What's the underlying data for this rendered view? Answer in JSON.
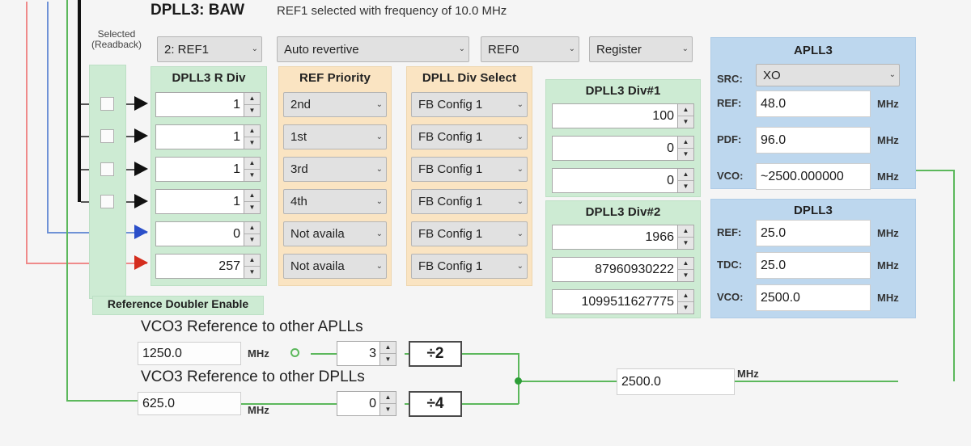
{
  "header": {
    "title": "DPLL3: BAW",
    "status": "REF1 selected with frequency of 10.0 MHz",
    "selected_readback_line1": "Selected",
    "selected_readback_line2": "(Readback)"
  },
  "toolbar": {
    "selected_ref": "2: REF1",
    "revertive_mode": "Auto revertive",
    "ref_source": "REF0",
    "mode": "Register"
  },
  "rdiv": {
    "title": "DPLL3 R Div",
    "values": [
      "1",
      "1",
      "1",
      "1",
      "0",
      "257"
    ],
    "doubler_label": "Reference Doubler Enable"
  },
  "ref_priority": {
    "title": "REF Priority",
    "values": [
      "2nd",
      "1st",
      "3rd",
      "4th",
      "Not availa",
      "Not availa"
    ]
  },
  "dpll_div_select": {
    "title": "DPLL Div Select",
    "values": [
      "FB Config 1",
      "FB Config 1",
      "FB Config 1",
      "FB Config 1",
      "FB Config 1",
      "FB Config 1"
    ]
  },
  "div1": {
    "title": "DPLL3 Div#1",
    "values": [
      "100",
      "0",
      "0"
    ]
  },
  "div2": {
    "title": "DPLL3 Div#2",
    "values": [
      "1966",
      "87960930222",
      "1099511627775"
    ]
  },
  "apll3": {
    "title": "APLL3",
    "src_label": "SRC:",
    "src_value": "XO",
    "rows": [
      {
        "label": "REF:",
        "value": "48.0",
        "unit": "MHz"
      },
      {
        "label": "PDF:",
        "value": "96.0",
        "unit": "MHz"
      },
      {
        "label": "VCO:",
        "value": "~2500.000000",
        "unit": "MHz"
      }
    ]
  },
  "dpll3": {
    "title": "DPLL3",
    "rows": [
      {
        "label": "REF:",
        "value": "25.0",
        "unit": "MHz"
      },
      {
        "label": "TDC:",
        "value": "25.0",
        "unit": "MHz"
      },
      {
        "label": "VCO:",
        "value": "2500.0",
        "unit": "MHz"
      }
    ]
  },
  "vco3_apll": {
    "title": "VCO3 Reference to other APLLs",
    "freq": "1250.0",
    "unit": "MHz",
    "divider_value": "3",
    "div_box": "÷2"
  },
  "vco3_dpll": {
    "title": "VCO3 Reference to other DPLLs",
    "freq": "625.0",
    "unit": "MHz",
    "divider_value": "0",
    "div_box": "÷4"
  },
  "vco_out": {
    "value": "2500.0",
    "unit": "MHz"
  },
  "icons": {
    "caret_down": "⌄",
    "spin_up": "▲",
    "spin_down": "▼"
  },
  "colors": {
    "green_panel": "#cdebd3",
    "orange_panel": "#fae4c2",
    "blue_panel": "#bdd7ee",
    "wire_green": "#5cb85c",
    "wire_blue": "#6f92d6",
    "wire_red": "#ef8a8a",
    "wire_black": "#111111"
  }
}
